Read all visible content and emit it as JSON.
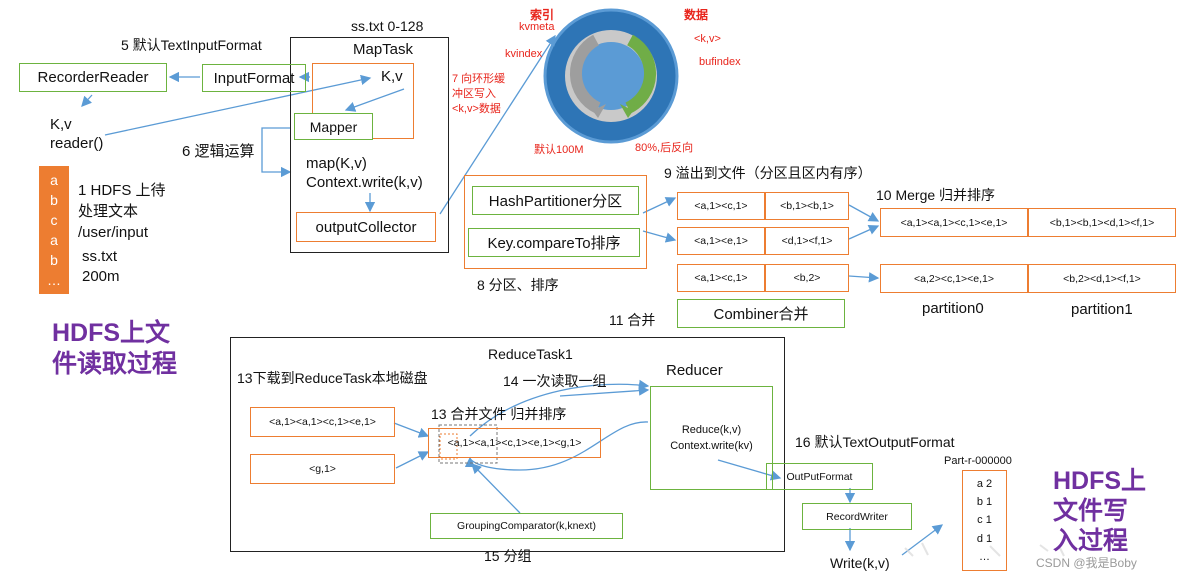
{
  "map": {
    "split_label": "ss.txt 0-128",
    "maptask_label": "MapTask",
    "step5": "5 默认TextInputFormat",
    "recorderreader": "RecorderReader",
    "inputformat": "InputFormat",
    "kv_top": "K,v",
    "kv_reader": "K,v",
    "reader": "reader()",
    "mapper": "Mapper",
    "step6": "6 逻辑运算",
    "map_call": "map(K,v)",
    "context_write": "Context.write(k,v)",
    "outputcollector": "outputCollector"
  },
  "hdfs_input": {
    "cells": [
      "a",
      "b",
      "c",
      "a",
      "b",
      "…"
    ],
    "desc_lines": [
      "1 HDFS 上待",
      "处理文本",
      "/user/input"
    ],
    "file": "ss.txt",
    "size": "200m",
    "heading": [
      "HDFS上文",
      "件读取过程"
    ]
  },
  "ring": {
    "index_label": "索引",
    "kvmeta": "kvmeta",
    "kvindex": "kvindex",
    "data_label": "数据",
    "kv": "<k,v>",
    "bufindex": "bufindex",
    "step7": [
      "7 向环形缓",
      "冲区写入",
      "<k,v>数据"
    ],
    "default_size": "默认100M",
    "reverse": "80%,后反向"
  },
  "partition": {
    "hash": "HashPartitioner分区",
    "compare": "Key.compareTo排序",
    "step8": "8 分区、排序",
    "step9": "9 溢出到文件（分区且区内有序）",
    "spill": [
      [
        "<a,1><c,1>",
        "<b,1><b,1>"
      ],
      [
        "<a,1><e,1>",
        "<d,1><f,1>"
      ],
      [
        "<a,1><c,1>",
        "<b,2>"
      ]
    ],
    "step10": "10 Merge 归并排序",
    "merged": [
      "<a,1><a,1><c,1><e,1>",
      "<b,1><b,1><d,1><f,1>"
    ],
    "combined": [
      "<a,2><c,1><e,1>",
      "<b,2><d,1><f,1>"
    ],
    "partition0": "partition0",
    "partition1": "partition1",
    "step11": "11 合并",
    "combiner": "Combiner合并"
  },
  "reduce": {
    "title": "ReduceTask1",
    "step13a": "13下载到ReduceTask本地磁盘",
    "step14": "14 一次读取一组",
    "reducer": "Reducer",
    "step13b": "13 合并文件 归并排序",
    "in1": "<a,1><a,1><c,1><e,1>",
    "in2": "<g,1>",
    "merged": "<a,1><a,1><c,1><e,1><g,1>",
    "reduce_call": "Reduce(k,v)",
    "context_write": "Context.write(kv)",
    "grouping": "GroupingComparator(k,knext)",
    "step15": "15 分组"
  },
  "output": {
    "step16": "16 默认TextOutputFormat",
    "outputformat": "OutPutFormat",
    "recordwriter": "RecordWriter",
    "write": "Write(k,v)",
    "part_name": "Part-r-000000",
    "part_lines": [
      "a 2",
      "b 1",
      "c 1",
      "d 1",
      "…"
    ],
    "heading": [
      "HDFS上",
      "文件写",
      "入过程"
    ]
  },
  "watermark": "CSDN @我是Boby",
  "colors": {
    "orange": "#ed7d31",
    "green": "#6cb33f",
    "blue": "#5b9bd5",
    "red": "#e8251c",
    "purple": "#7030a0"
  }
}
